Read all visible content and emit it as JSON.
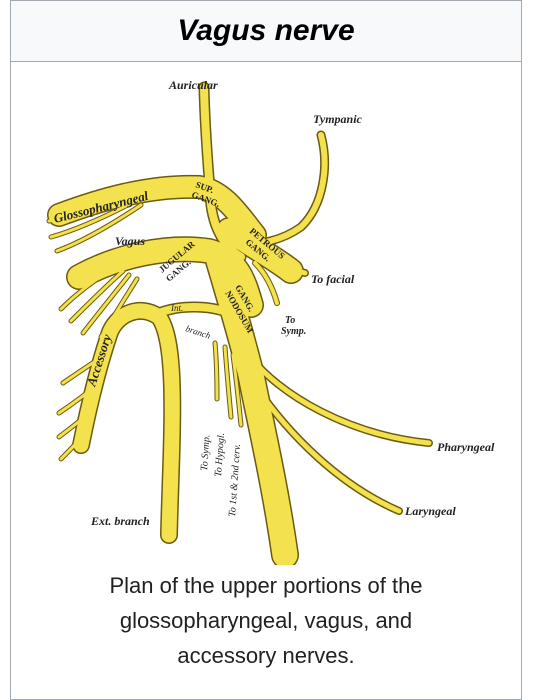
{
  "title": "Vagus nerve",
  "figure": {
    "labels": {
      "auricular": "Auricular",
      "tympanic": "Tympanic",
      "glossopharyngeal": "Glossopharyngeal",
      "sup_gang_1": "SUP.",
      "sup_gang_2": "GANG.",
      "vagus": "Vagus",
      "petrous_1": "PETROUS",
      "petrous_2": "GANG.",
      "jugular_1": "JUGULAR",
      "jugular_2": "GANG.",
      "to_facial": "To facial",
      "nodosum_1": "GANG.",
      "nodosum_2": "NODOSUM",
      "int": "Int.",
      "branch": "branch",
      "to_symp_1": "To",
      "to_symp_2": "Symp.",
      "accessory": "Accessory",
      "to_symp_v": "To Symp.",
      "to_hypogl": "To Hypogl.",
      "to_cerv": "To 1st & 2nd cerv.",
      "pharyngeal": "Pharyngeal",
      "laryngeal": "Laryngeal",
      "ext_branch": "Ext. branch"
    }
  },
  "caption": {
    "line1": "Plan of the upper portions of the",
    "line2": "glossopharyngeal, vagus, and",
    "line3": "accessory nerves."
  }
}
